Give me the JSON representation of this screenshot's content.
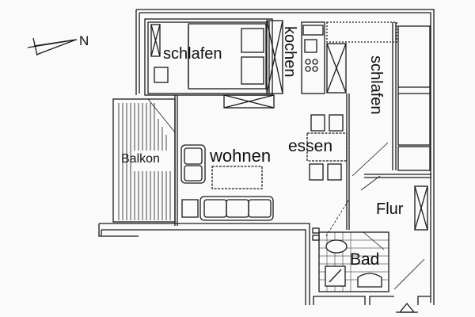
{
  "compass": {
    "label": "N",
    "icon": "north-arrow-icon"
  },
  "rooms": {
    "schlafen_1": {
      "label": "schlafen"
    },
    "kochen": {
      "label": "kochen"
    },
    "schlafen_2": {
      "label": "schlafen"
    },
    "essen": {
      "label": "essen"
    },
    "wohnen": {
      "label": "wohnen"
    },
    "balkon": {
      "label": "Balkon"
    },
    "flur": {
      "label": "Flur"
    },
    "bad": {
      "label": "Bad"
    }
  },
  "colors": {
    "line": "#1a1a1a",
    "background": "#fafafa"
  }
}
